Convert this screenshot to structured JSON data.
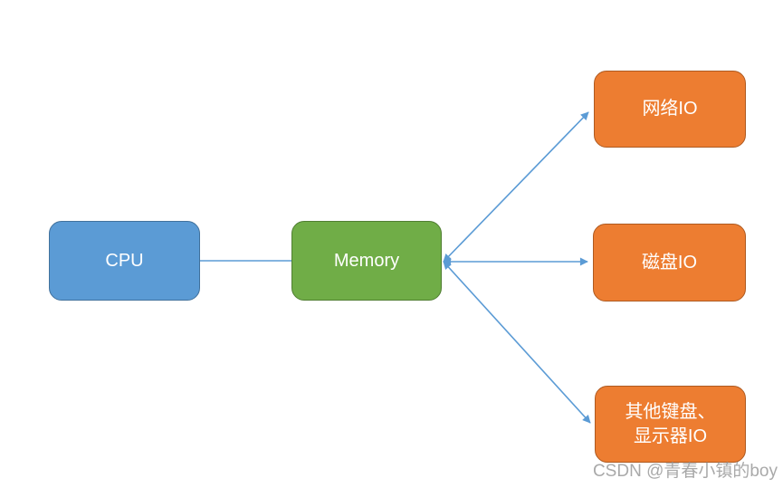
{
  "diagram": {
    "nodes": [
      {
        "id": "cpu",
        "label": "CPU",
        "fill": "#5B9BD5",
        "border": "#41719C",
        "text_color": "#FFFFFF"
      },
      {
        "id": "memory",
        "label": "Memory",
        "fill": "#70AD47",
        "border": "#507E32",
        "text_color": "#FFFFFF"
      },
      {
        "id": "network-io",
        "label": "网络IO",
        "fill": "#ED7D31",
        "border": "#AE5A21",
        "text_color": "#FFFFFF"
      },
      {
        "id": "disk-io",
        "label": "磁盘IO",
        "fill": "#ED7D31",
        "border": "#AE5A21",
        "text_color": "#FFFFFF"
      },
      {
        "id": "other-io",
        "label": "其他键盘、显示器IO",
        "lines": [
          "其他键盘、",
          "显示器IO"
        ],
        "fill": "#ED7D31",
        "border": "#AE5A21",
        "text_color": "#FFFFFF"
      }
    ],
    "edges": [
      {
        "from": "cpu",
        "to": "memory",
        "style": "plain-line"
      },
      {
        "from": "memory",
        "to": "network-io",
        "style": "double-arrow"
      },
      {
        "from": "memory",
        "to": "disk-io",
        "style": "double-arrow"
      },
      {
        "from": "memory",
        "to": "other-io",
        "style": "double-arrow"
      }
    ],
    "edge_color": "#5B9BD5"
  },
  "watermark": {
    "text": "CSDN @青春小镇的boy",
    "color": "#8C8C8C"
  }
}
